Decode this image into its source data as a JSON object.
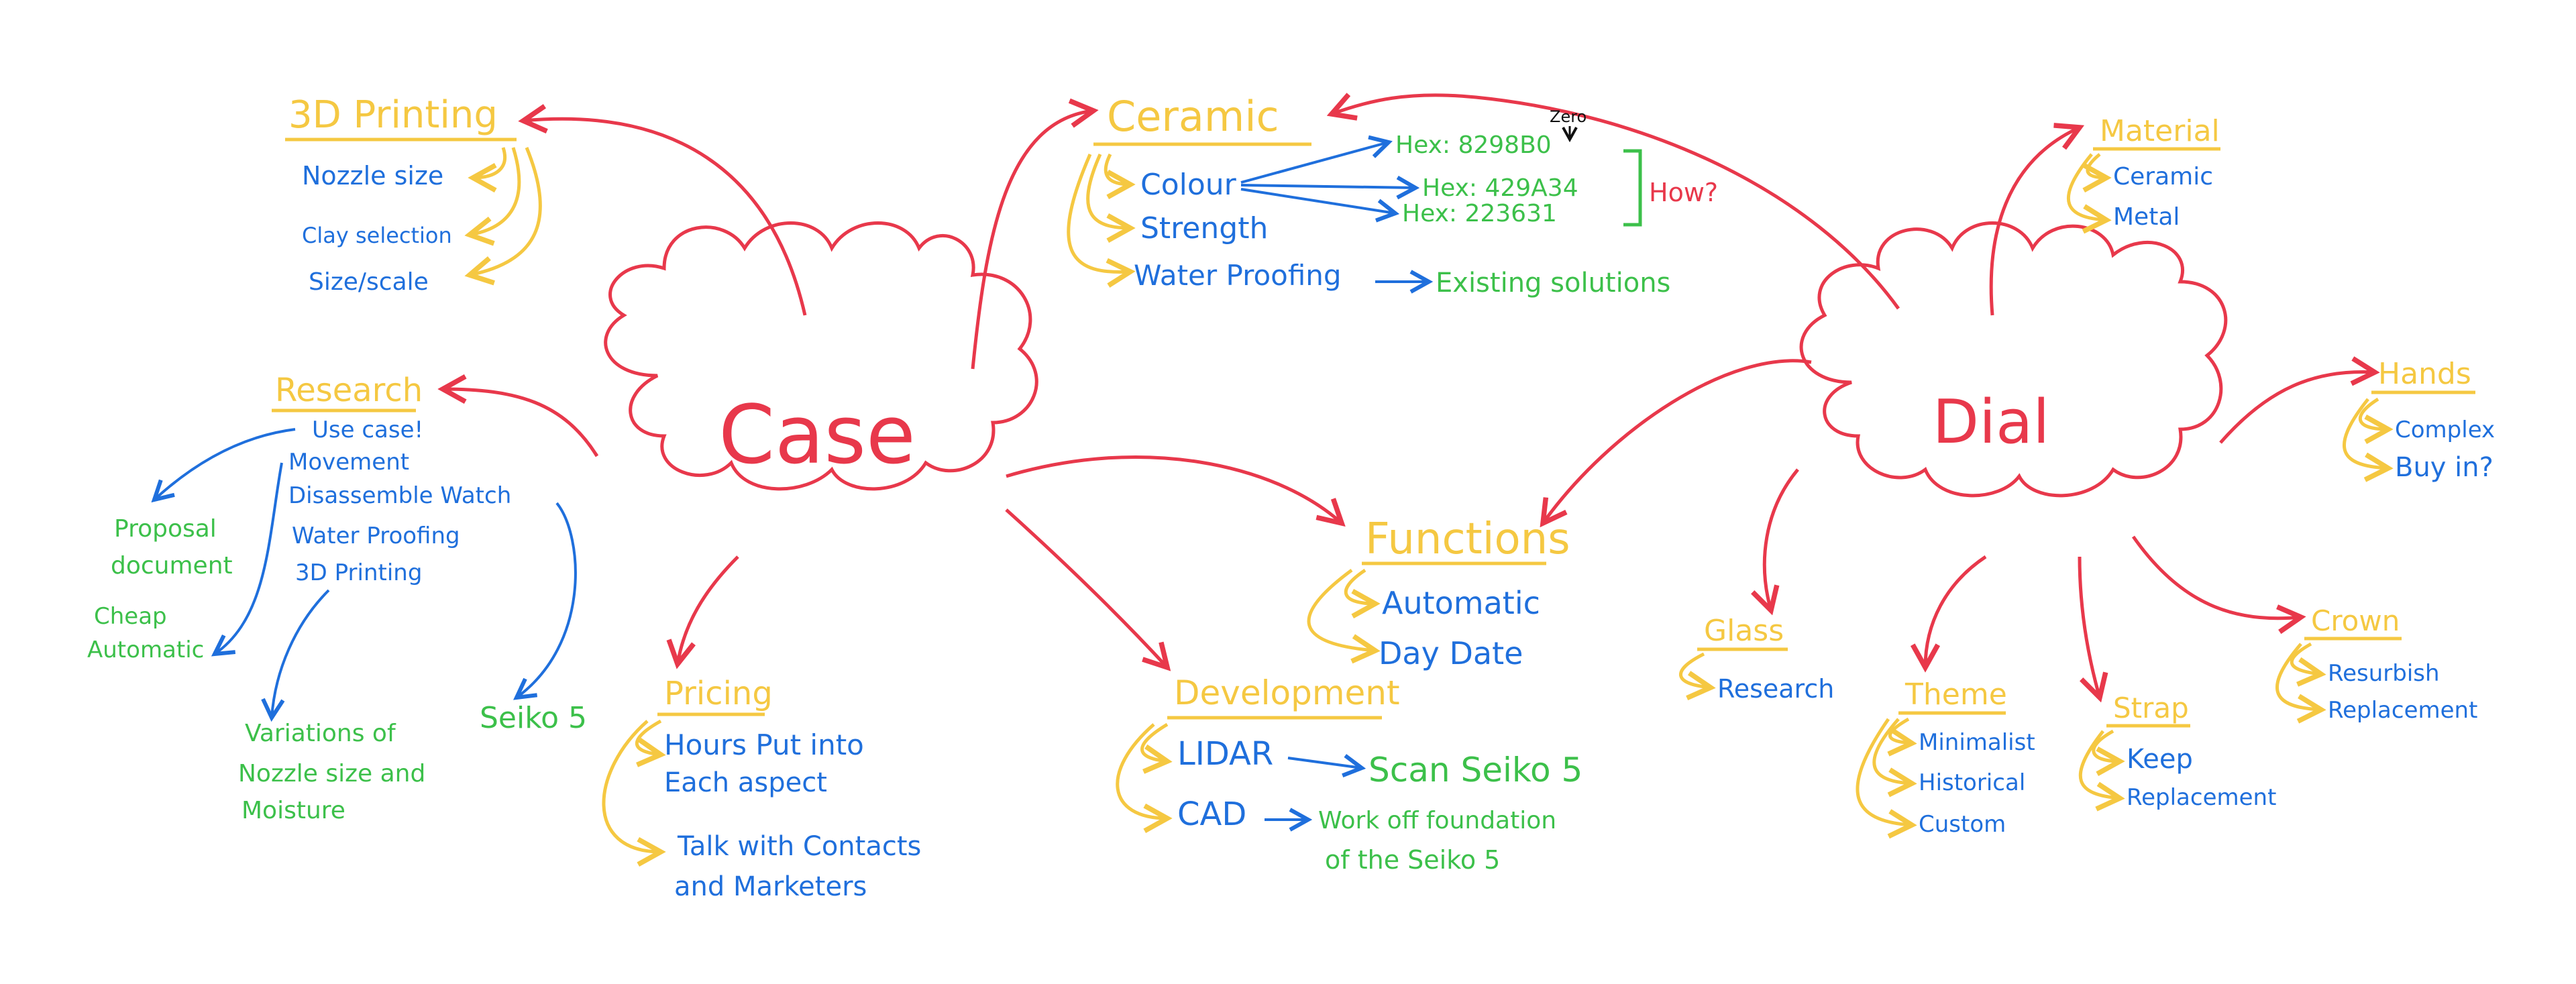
{
  "colors": {
    "background": "#ffffff",
    "red": "#e8384b",
    "yellow": "#f5c842",
    "blue": "#1f6fdc",
    "green": "#3cc04a",
    "black": "#111111"
  },
  "case": {
    "title": "Case",
    "printing": {
      "title": "3D Printing",
      "items": [
        "Nozzle size",
        "Clay selection",
        "Size/scale"
      ]
    },
    "research": {
      "title": "Research",
      "items": [
        "Use case!",
        "Movement",
        "Disassemble Watch",
        "Water Proofing",
        "3D Printing"
      ],
      "outcomes": [
        "Proposal",
        "document",
        "Cheap",
        "Automatic",
        "Variations of",
        "Nozzle size and",
        "Moisture",
        "Seiko 5"
      ]
    },
    "ceramic": {
      "title": "Ceramic",
      "items": [
        "Colour",
        "Strength",
        "Water Proofing"
      ],
      "hex": [
        "Hex: 8298B0",
        "Hex: 429A34",
        "Hex: 223631"
      ],
      "zero": "Zero",
      "how": "How?",
      "existing": "Existing solutions"
    },
    "pricing": {
      "title": "Pricing",
      "items": [
        "Hours Put into",
        "Each aspect",
        "Talk with Contacts",
        "and Marketers"
      ]
    },
    "development": {
      "title": "Development",
      "items": [
        "LIDAR",
        "CAD"
      ],
      "outcomes": [
        "Scan Seiko 5",
        "Work off foundation",
        "of the Seiko 5"
      ]
    }
  },
  "functions": {
    "title": "Functions",
    "items": [
      "Automatic",
      "Day Date"
    ]
  },
  "dial": {
    "title": "Dial",
    "material": {
      "title": "Material",
      "items": [
        "Ceramic",
        "Metal"
      ]
    },
    "hands": {
      "title": "Hands",
      "items": [
        "Complex",
        "Buy in?"
      ]
    },
    "glass": {
      "title": "Glass",
      "items": [
        "Research"
      ]
    },
    "theme": {
      "title": "Theme",
      "items": [
        "Minimalist",
        "Historical",
        "Custom"
      ]
    },
    "strap": {
      "title": "Strap",
      "items": [
        "Keep",
        "Replacement"
      ]
    },
    "crown": {
      "title": "Crown",
      "items": [
        "Resurbish",
        "Replacement"
      ]
    }
  }
}
